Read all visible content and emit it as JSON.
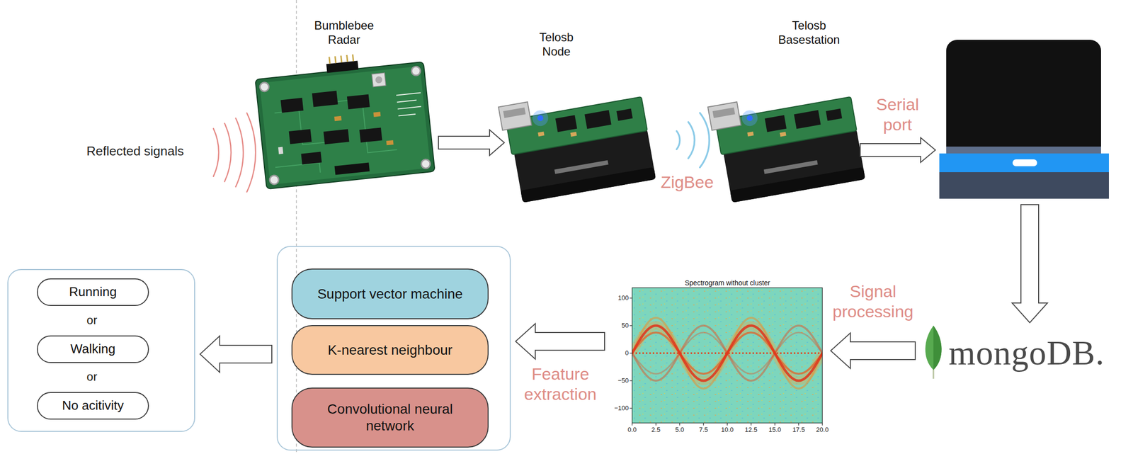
{
  "diagram": {
    "nodes": [
      {
        "text": [
          "Bumblebee Radar"
        ]
      },
      {
        "text": [
          "Telosb Node"
        ]
      },
      {
        "text": [
          "Telosb Basestation"
        ]
      },
      {
        "text": []
      },
      {
        "text": [
          "mongoDB."
        ]
      },
      {
        "text": [
          "Spectrogram without cluster"
        ]
      },
      {
        "text": []
      },
      {
        "text": [
          "Support vector machine"
        ],
        "in": 6
      },
      {
        "text": [
          "K-nearest neighbour"
        ],
        "in": 6
      },
      {
        "text": [
          "Convolutional neural network"
        ],
        "in": 6
      },
      {
        "text": []
      },
      {
        "text": [
          "Running"
        ],
        "in": 10
      },
      {
        "text": [
          "Walking"
        ],
        "in": 10
      },
      {
        "text": [
          "No acitivity"
        ],
        "in": 10
      }
    ],
    "edges": [
      {
        "from": 0,
        "to": 1,
        "arrow": "to"
      },
      {
        "from": 1,
        "to": 2,
        "label": "ZigBee",
        "arrow": "none"
      },
      {
        "from": 2,
        "to": 3,
        "label": "Serial port",
        "arrow": "to"
      },
      {
        "from": 3,
        "to": 4,
        "arrow": "to"
      },
      {
        "from": 4,
        "to": 5,
        "label": "Signal processing",
        "arrow": "to"
      },
      {
        "from": 5,
        "to": 6,
        "label": "Feature extraction",
        "arrow": "to"
      },
      {
        "from": 6,
        "to": 10,
        "arrow": "to"
      }
    ],
    "labels": [
      "Reflected signals",
      "or",
      "or",
      "100",
      "50",
      "0",
      "−50",
      "−100",
      "0.0",
      "2.5",
      "5.0",
      "7.5",
      "10.0",
      "12.5",
      "15.0",
      "17.5",
      "20.0"
    ]
  }
}
